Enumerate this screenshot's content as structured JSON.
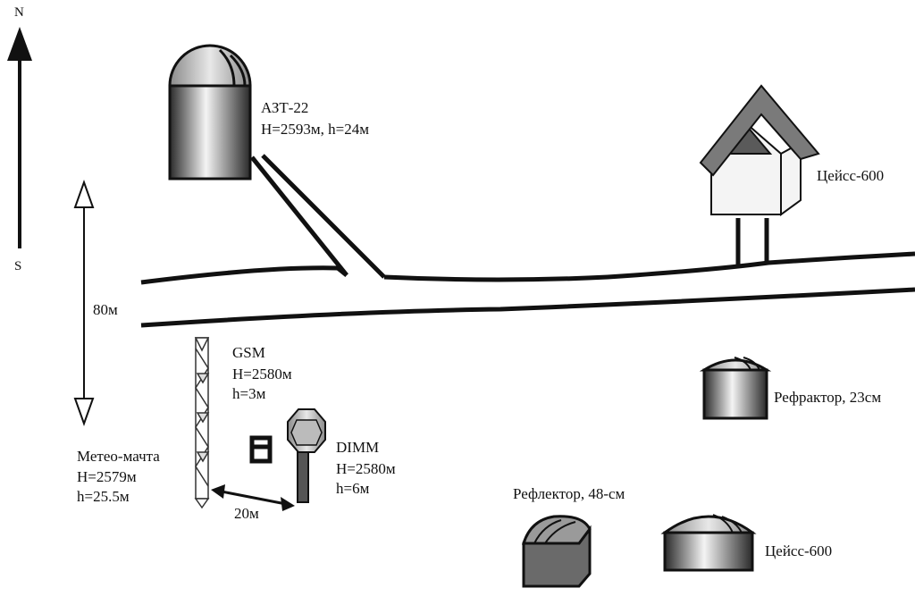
{
  "compass": {
    "north": "N",
    "south": "S"
  },
  "scale": {
    "vertical": "80м",
    "horizontal": "20м"
  },
  "azt": {
    "name": "АЗТ-22",
    "heights": "Н=2593м,  h=24м"
  },
  "zeiss_house": {
    "name": "Цейсс-600"
  },
  "gsm": {
    "name": "GSM",
    "altitude": "Н=2580м",
    "height": "h=3м"
  },
  "mast": {
    "name": "Метео-мачта",
    "altitude": "Н=2579м",
    "height": "h=25.5м"
  },
  "dimm": {
    "name": "DIMM",
    "altitude": "Н=2580м",
    "height": "h=6м"
  },
  "refractor": {
    "name": "Рефрактор,  23см"
  },
  "reflector": {
    "name": "Рефлектор, 48-см"
  },
  "zeiss_dome": {
    "name": "Цейсс-600"
  },
  "colors": {
    "line": "#111111",
    "dome_light": "#f2f2f2",
    "dome_dark": "#3a3a3a",
    "roof": "#7a7a7a"
  }
}
